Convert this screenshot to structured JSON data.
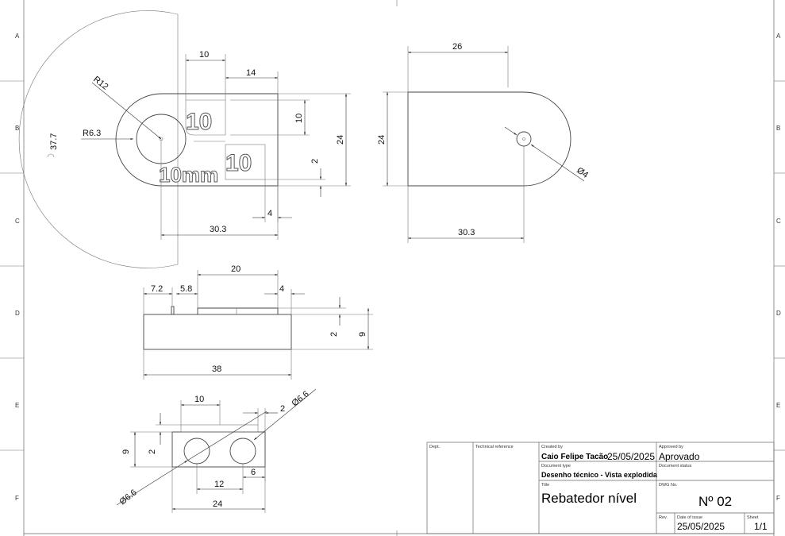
{
  "zones": {
    "rows": [
      "A",
      "B",
      "C",
      "D",
      "E",
      "F"
    ]
  },
  "top_view": {
    "dims": {
      "r12": "R12",
      "r63": "R6.3",
      "r377": "37.7",
      "w10": "10",
      "w14": "14",
      "h10": "10",
      "h24": "24",
      "h2": "2",
      "w4": "4",
      "w303": "30.3"
    },
    "engravings": {
      "upper": "10",
      "lower": "10",
      "unit": "10mm"
    }
  },
  "right_view": {
    "dims": {
      "w26": "26",
      "h24": "24",
      "dia4": "Ø4",
      "w303": "30.3"
    }
  },
  "front_view": {
    "dims": {
      "d72": "7.2",
      "d58": "5.8",
      "d20": "20",
      "d4": "4",
      "d2": "2",
      "d9": "9",
      "d38": "38"
    }
  },
  "bottom_view": {
    "dims": {
      "d10": "10",
      "d2top": "2",
      "dia66a": "Ø6.6",
      "d9": "9",
      "d2": "2",
      "dia66b": "Ø6.6",
      "d12": "12",
      "d6": "6",
      "d24": "24"
    }
  },
  "title_block": {
    "dept_label": "Dept.",
    "tech_ref_label": "Technical reference",
    "created_by_label": "Created by",
    "created_by": "Caio Felipe Tacão",
    "created_date": "25/05/2025",
    "approved_by_label": "Approved by",
    "approved_by": "Aprovado",
    "doc_type_label": "Document type",
    "doc_type": "Desenho técnico - Vista explodida",
    "doc_status_label": "Document status",
    "title_label": "Title",
    "title": "Rebatedor nível",
    "dwg_no_label": "DWG No.",
    "dwg_no": "Nº 02",
    "rev_label": "Rev.",
    "date_issue_label": "Date of issue",
    "date_issue": "25/05/2025",
    "sheet_label": "Sheet",
    "sheet": "1/1"
  }
}
